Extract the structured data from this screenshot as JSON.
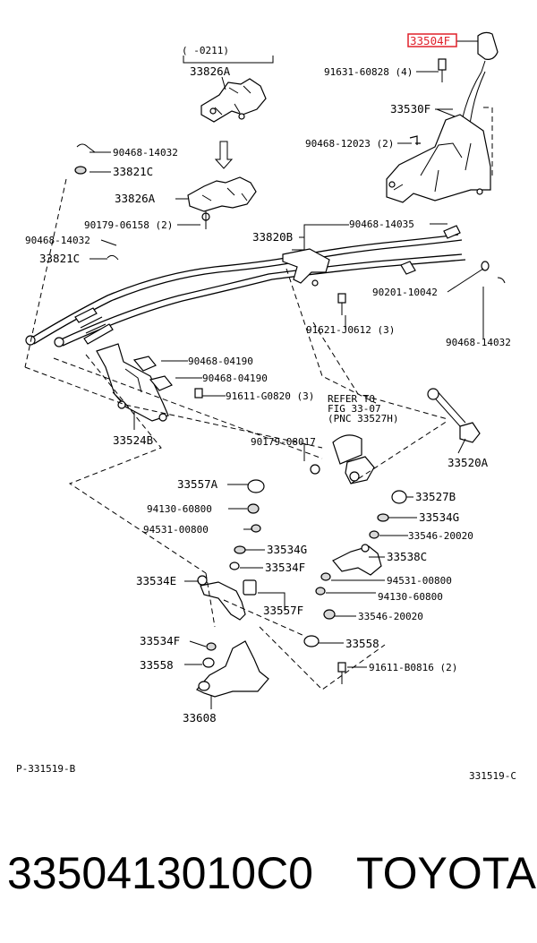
{
  "diagram": {
    "date_range": "(   -0211)",
    "refer_note": [
      "REFER TO",
      "FIG 33-07",
      "(PNC 33527H)"
    ],
    "labels": {
      "33504F": "33504F",
      "91631-60828": "91631-60828 (4)",
      "33530F": "33530F",
      "90468-12023": "90468-12023 (2)",
      "33826A_top": "33826A",
      "90468-14032_a": "90468-14032",
      "33821C_a": "33821C",
      "33826A_mid": "33826A",
      "90179-06158": "90179-06158 (2)",
      "90468-14035": "90468-14035",
      "90468-14032_b": "90468-14032",
      "33820B": "33820B",
      "33821C_b": "33821C",
      "90201-10042": "90201-10042",
      "91621-J0612": "91621-J0612 (3)",
      "90468-14032_c": "90468-14032",
      "90468-04190_a": "90468-04190",
      "90468-04190_b": "90468-04190",
      "91611-G0820": "91611-G0820 (3)",
      "33524B": "33524B",
      "90179-08017": "90179-08017",
      "33520A": "33520A",
      "33557A": "33557A",
      "94130-60800_a": "94130-60800",
      "94531-00800_a": "94531-00800",
      "33527B": "33527B",
      "33534G_a": "33534G",
      "33546-20020_a": "33546-20020",
      "33534G_b": "33534G",
      "33538C": "33538C",
      "33534F_a": "33534F",
      "94531-00800_b": "94531-00800",
      "33534E": "33534E",
      "94130-60800_b": "94130-60800",
      "33557F": "33557F",
      "33546-20020_b": "33546-20020",
      "33534F_b": "33534F",
      "33558_a": "33558",
      "33558_b": "33558",
      "91611-B0816": "91611-B0816 (2)",
      "33608": "33608"
    },
    "figure_code_left": "P-331519-B",
    "figure_code_right": "331519-C",
    "highlight_color": "#e0202a"
  },
  "footer": {
    "part_number": "3350413010C0",
    "brand": "TOYOTA"
  }
}
